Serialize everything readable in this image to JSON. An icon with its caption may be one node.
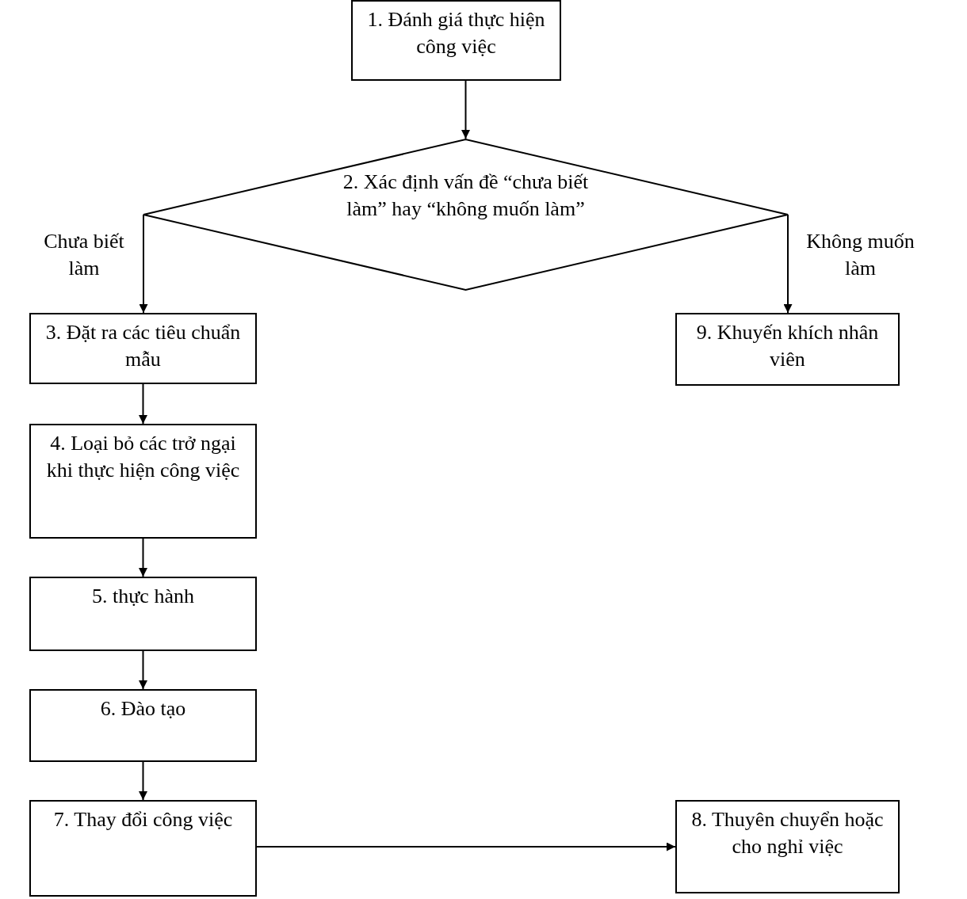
{
  "diagram": {
    "nodes": [
      {
        "text": [
          "1. Đánh giá thực hiện công việc"
        ]
      },
      {
        "text": [
          "2. Xác định vấn đề “chưa biết làm” hay “không muốn làm”"
        ]
      },
      {
        "text": [
          "3. Đặt ra các tiêu chuẩn mẫu"
        ]
      },
      {
        "text": [
          "4. Loại bỏ các trở ngại khi thực hiện công việc"
        ]
      },
      {
        "text": [
          "5. thực hành"
        ]
      },
      {
        "text": [
          "6. Đào tạo"
        ]
      },
      {
        "text": [
          "7. Thay đổi công việc"
        ]
      },
      {
        "text": [
          "8. Thuyên chuyển hoặc cho nghỉ việc"
        ]
      },
      {
        "text": [
          "9. Khuyến khích nhân viên"
        ]
      }
    ],
    "edges": [
      {
        "from": 0,
        "to": 1,
        "arrow": "to"
      },
      {
        "from": 1,
        "to": 2,
        "arrow": "to",
        "label": "Chưa biết làm"
      },
      {
        "from": 1,
        "to": 8,
        "arrow": "to",
        "label": "Không muốn làm"
      },
      {
        "from": 2,
        "to": 3,
        "arrow": "to"
      },
      {
        "from": 3,
        "to": 4,
        "arrow": "to"
      },
      {
        "from": 4,
        "to": 5,
        "arrow": "to"
      },
      {
        "from": 5,
        "to": 6,
        "arrow": "to"
      },
      {
        "from": 6,
        "to": 7,
        "arrow": "to"
      }
    ]
  }
}
